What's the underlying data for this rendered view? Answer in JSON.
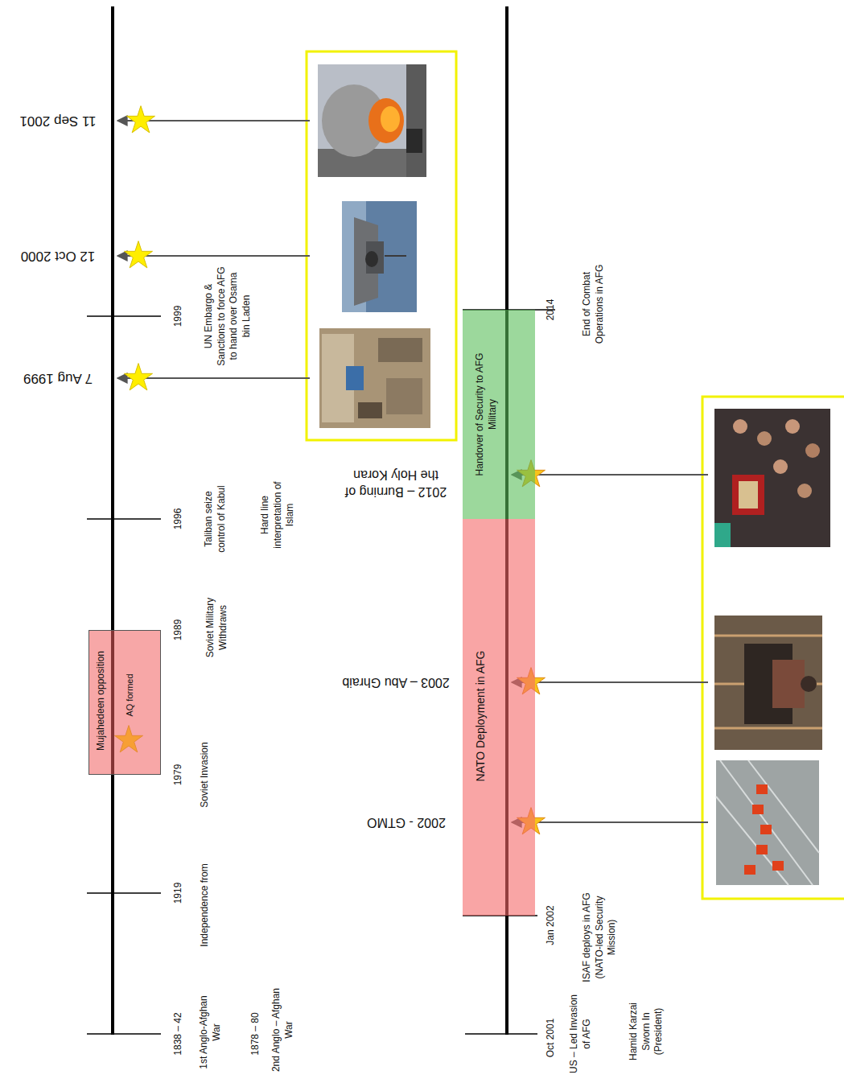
{
  "diagram": {
    "nodes": [
      {
        "text": [
          "Mujahedeen opposition",
          "AQ formed"
        ]
      },
      {
        "text": [
          "NATO Deployment in AFG"
        ]
      },
      {
        "text": [
          "Handover of Security to AFG Military"
        ]
      }
    ],
    "labels": [
      "11 Sep 2001",
      "12 Oct 2000",
      "7 Aug 1999",
      "1999",
      "UN Embargo & Sanctions to force AFG to hand over Osama bin Laden",
      "1996",
      "Taliban seize control of Kabul",
      "Hard line interpretation of Islam",
      "1989",
      "Soviet Military Withdraws",
      "1979",
      "Soviet Invasion",
      "1919",
      "Independence from",
      "1838 – 42",
      "1st Anglo-Afghan War",
      "1878 – 80",
      "2nd Anglo – Afghan War",
      "2012 – Burning of the Holy Koran",
      "2003 – Abu Ghraib",
      "2002 - GTMO",
      "2014",
      "End of Combat Operations in AFG",
      "Jan 2002",
      "ISAF deploys in AFG (NATO-led Security Mission)",
      "Oct 2001",
      "US – Led Invasion of AFG",
      "Hamid Karzai Sworn In (President)"
    ]
  }
}
